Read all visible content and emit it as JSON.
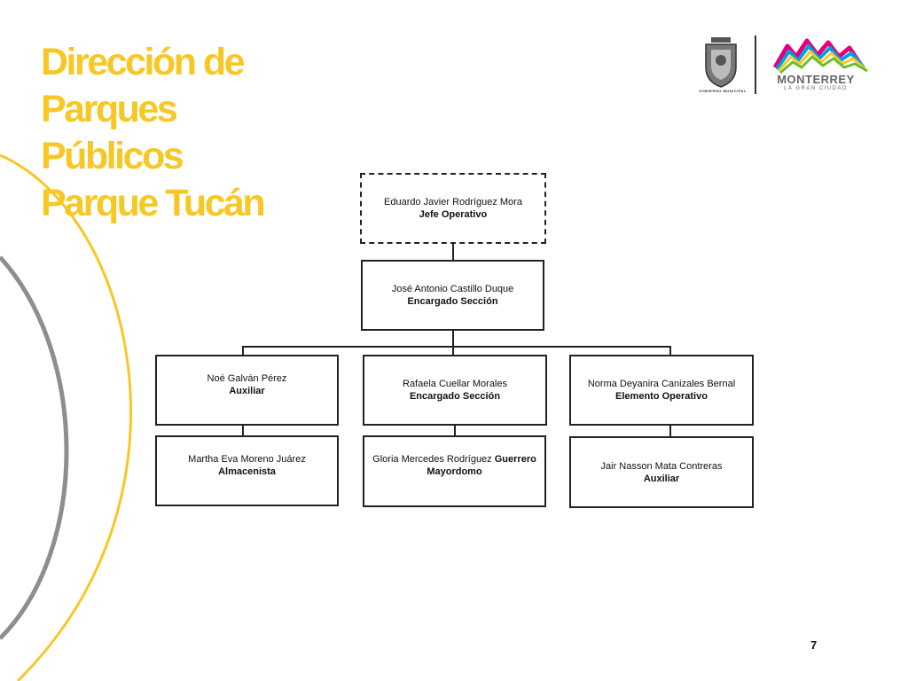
{
  "title": {
    "lines": [
      "Dirección de",
      "Parques",
      "Públicos",
      "Parque Tucán"
    ]
  },
  "logos": {
    "municipal_caption": "GOBIERNO MUNICIPAL",
    "city_name": "MONTERREY",
    "city_tagline": "LA GRAN CIUDAD"
  },
  "org_chart": {
    "head": {
      "name": "Eduardo Javier Rodríguez Mora",
      "role": "Jefe Operativo"
    },
    "section": {
      "name": "José Antonio Castillo Duque",
      "role": "Encargado Sección"
    },
    "columns": [
      {
        "top": {
          "name": "Noé Galván Pérez",
          "role": "Auxiliar"
        },
        "bottom": {
          "name": "Martha Eva Moreno Juárez",
          "role": "Almacenista"
        }
      },
      {
        "top": {
          "name": "Rafaela Cuellar Morales",
          "role": "Encargado Sección"
        },
        "bottom": {
          "name": "Gloria Mercedes Rodríguez",
          "name_bold": "Guerrero",
          "role": "Mayordomo"
        }
      },
      {
        "top": {
          "name": "Norma Deyanira Canizales Bernal",
          "role": "Elemento Operativo"
        },
        "bottom": {
          "name": "Jair Nasson Mata Contreras",
          "role": "Auxiliar"
        }
      }
    ]
  },
  "page_number": "7",
  "colors": {
    "title": "#f7c825",
    "arc_yellow": "#f7c825",
    "arc_gray": "#8e8e92"
  }
}
